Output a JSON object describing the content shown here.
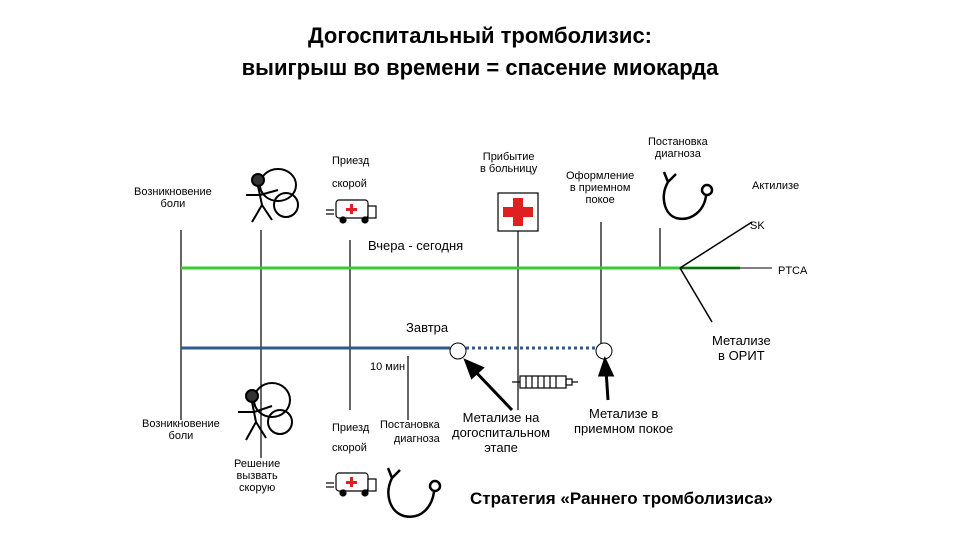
{
  "title": {
    "line1": "Догоспитальный тромболизис:",
    "line2": "выигрыш во времени = спасение миокарда"
  },
  "top_timeline": {
    "label": "Вчера - сегодня",
    "events": {
      "pain_onset": [
        "Возникновение",
        "боли"
      ],
      "ambulance_arrival": [
        "Приезд",
        "скорой"
      ],
      "hospital_arrival": [
        "Прибытие",
        "в больницу"
      ],
      "admission": [
        "Оформление",
        "в приемном",
        "покое"
      ],
      "diagnosis": [
        "Постановка",
        "диагноза"
      ]
    },
    "treatments": {
      "activase": "Актилизе",
      "sk": "SK",
      "ptca": "PTCA",
      "metalyse_icu": [
        "Метализе",
        "в ОРИТ"
      ]
    },
    "line_color": "#33cc33"
  },
  "bottom_timeline": {
    "label": "Завтра",
    "interval": "10 мин",
    "events": {
      "pain_onset": [
        "Возникновение",
        "боли"
      ],
      "call_decision": [
        "Решение",
        "вызвать",
        "скорую"
      ],
      "ambulance_arrival": [
        "Приезд",
        "скорой"
      ],
      "diagnosis": [
        "Постановка",
        "диагноза"
      ]
    },
    "treatments": {
      "prehospital": [
        "Метализе на",
        "догоспитальном",
        "этапе"
      ],
      "admission_room": [
        "Метализе в",
        "приемном покое"
      ]
    },
    "line_color": "#2e5a8c"
  },
  "strategy": "Стратегия «Раннего тромболизиса»",
  "icons": [
    "person-in-pain-icon",
    "ambulance-icon",
    "red-cross-icon",
    "stethoscope-icon",
    "syringe-icon"
  ],
  "colors": {
    "red_cross": "#e02020",
    "ambulance_cross": "#e02020"
  }
}
